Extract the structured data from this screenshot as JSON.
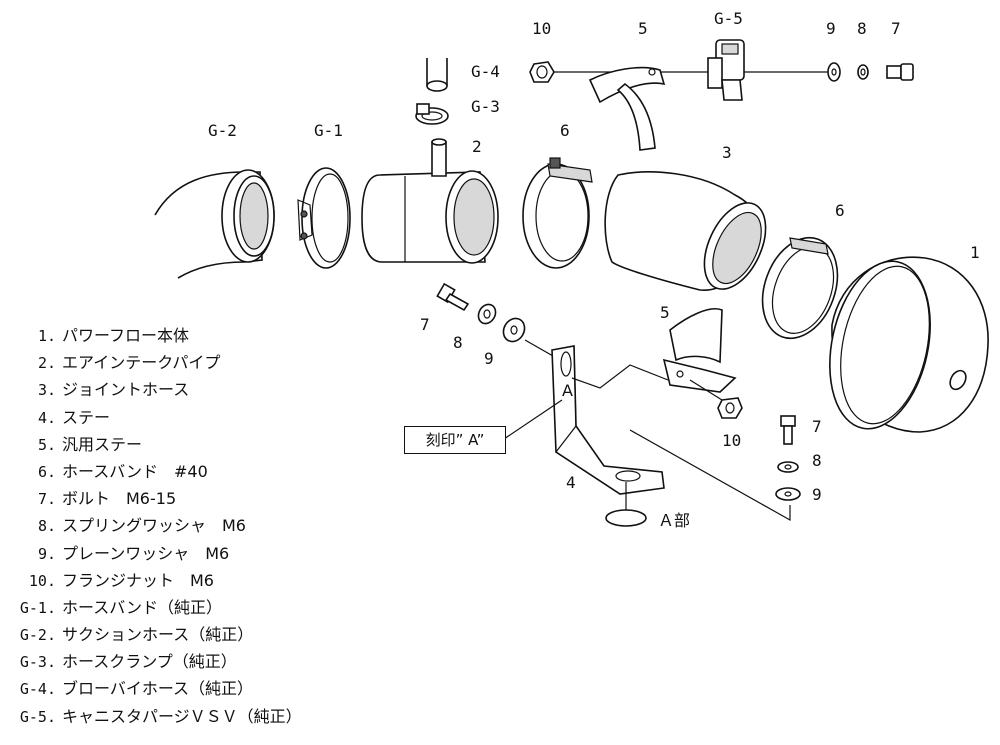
{
  "callouts": {
    "g2": "G-2",
    "g1": "G-1",
    "g4": "G-4",
    "g3": "G-3",
    "g5": "G-5",
    "p2": "2",
    "p3": "3",
    "p6a": "6",
    "p6b": "6",
    "p1": "1",
    "p10a": "10",
    "p5a": "5",
    "p9a": "9",
    "p8a": "8",
    "p7a": "7",
    "p7b": "7",
    "p8b": "8",
    "p9b": "9",
    "p5b": "5",
    "p10b": "10",
    "p4": "4",
    "p7c": "7",
    "p8c": "8",
    "p9c": "9"
  },
  "stamp_label": "刻印” A”",
  "stamp_letter": "A",
  "section_a_label": "Ａ部",
  "parts": [
    {
      "num": "1.",
      "name": "パワーフロー本体"
    },
    {
      "num": "2.",
      "name": "エアインテークパイプ"
    },
    {
      "num": "3.",
      "name": "ジョイントホース"
    },
    {
      "num": "4.",
      "name": "ステー"
    },
    {
      "num": "5.",
      "name": "汎用ステー"
    },
    {
      "num": "6.",
      "name": "ホースバンド　#40"
    },
    {
      "num": "7.",
      "name": "ボルト　M6-15"
    },
    {
      "num": "8.",
      "name": "スプリングワッシャ　M6"
    },
    {
      "num": "9.",
      "name": "プレーンワッシャ　M6"
    },
    {
      "num": "10.",
      "name": "フランジナット　M6"
    },
    {
      "num": "G-1.",
      "name": "ホースバンド（純正）"
    },
    {
      "num": "G-2.",
      "name": "サクションホース（純正）"
    },
    {
      "num": "G-3.",
      "name": "ホースクランプ（純正）"
    },
    {
      "num": "G-4.",
      "name": "ブローバイホース（純正）"
    },
    {
      "num": "G-5.",
      "name": "キャニスタパージＶＳＶ（純正）"
    }
  ]
}
